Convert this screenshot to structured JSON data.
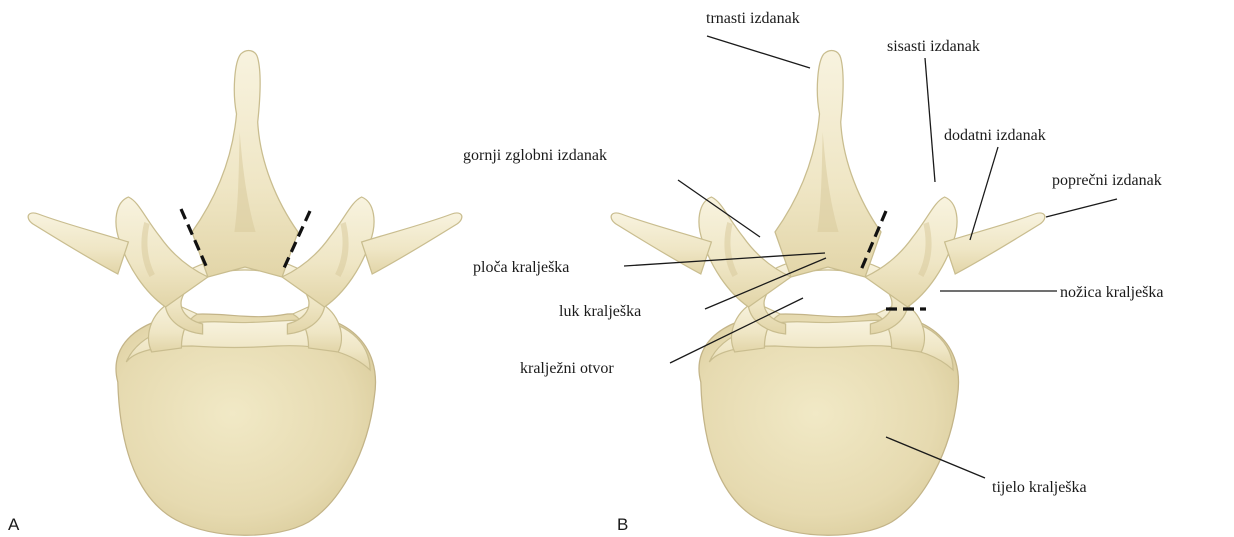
{
  "panels": {
    "a_letter": "A",
    "b_letter": "B"
  },
  "labels": {
    "spinous": "trnasti izdanak",
    "mammillary": "sisasti izdanak",
    "accessory": "dodatni izdanak",
    "transverse": "poprečni izdanak",
    "superior_articular": "gornji zglobni izdanak",
    "lamina": "ploča kralješka",
    "arch": "luk kralješka",
    "foramen": "kralježni otvor",
    "pedicle": "nožica kralješka",
    "body": "tijelo kralješka"
  },
  "colors": {
    "bone_light": "#f6f0d8",
    "bone_mid": "#ebe1bd",
    "bone_dark": "#d2c496",
    "text": "#1a1a1a"
  }
}
